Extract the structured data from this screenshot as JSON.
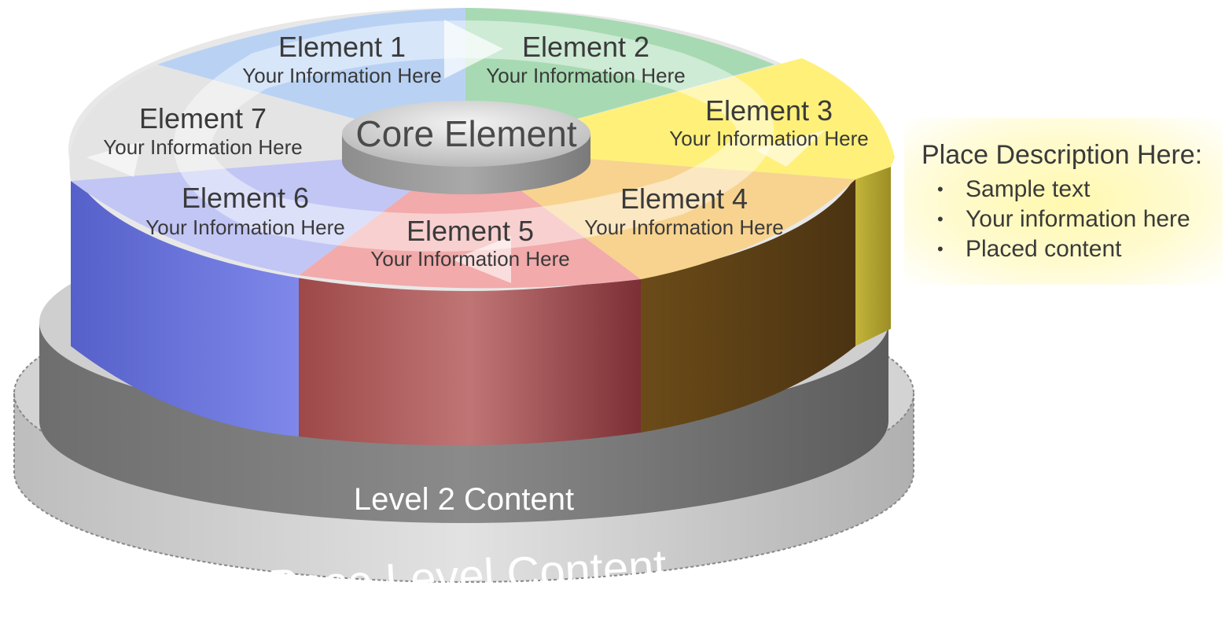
{
  "core": {
    "label": "Core Element"
  },
  "elements": [
    {
      "title": "Element 1",
      "info": "Your Information Here",
      "color": "#9fc3f2"
    },
    {
      "title": "Element 2",
      "info": "Your Information Here",
      "color": "#8fd39f"
    },
    {
      "title": "Element 3",
      "info": "Your Information Here",
      "color": "#ffe55c"
    },
    {
      "title": "Element 4",
      "info": "Your Information Here",
      "color": "#f5c36b"
    },
    {
      "title": "Element 5",
      "info": "Your Information Here",
      "color": "#ee9a9a"
    },
    {
      "title": "Element 6",
      "info": "Your Information Here",
      "color": "#a9aef0"
    },
    {
      "title": "Element 7",
      "info": "Your Information Here",
      "color": "#d9d9d9"
    }
  ],
  "level2": {
    "label": "Level 2 Content"
  },
  "base": {
    "label": "Base Level Content"
  },
  "description": {
    "title": "Place Description Here:",
    "items": [
      "Sample text",
      "Your information here",
      "Placed content"
    ]
  }
}
